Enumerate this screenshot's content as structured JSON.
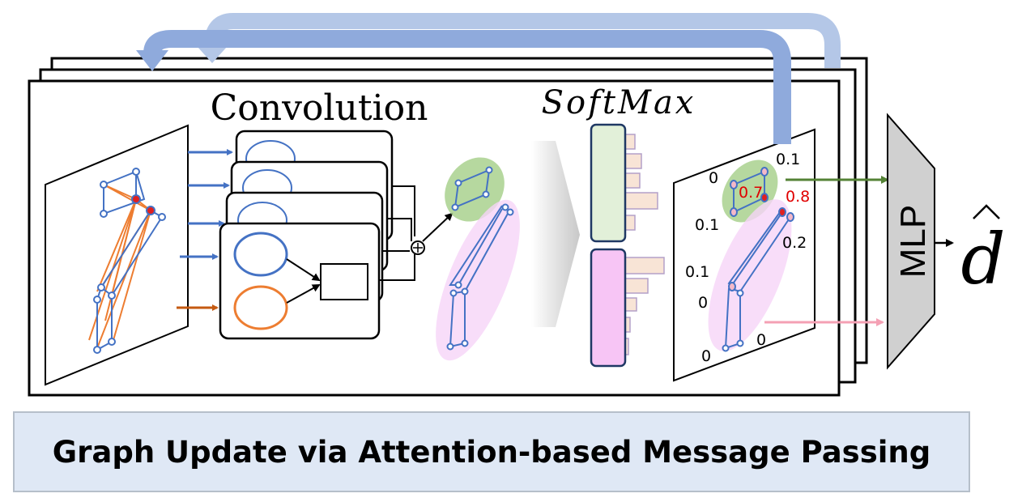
{
  "diagram": {
    "conv_label": "Convolution",
    "softmax_label": "SoftMax",
    "mlp_label": "MLP",
    "output_label": "d",
    "caption": "Graph Update via Attention-based Message Passing",
    "attention_weights": {
      "w_0_top": "0",
      "w_0_1_top": "0.1",
      "w_0_7": "0.7",
      "w_0_8": "0.8",
      "w_0_1_mid": "0.1",
      "w_0_2": "0.2",
      "w_0_1_low": "0.1",
      "w_0_a": "0",
      "w_0_b": "0",
      "w_0_c": "0"
    },
    "colors": {
      "blue": "#4472c4",
      "orange": "#ed7d31",
      "dark_orange": "#c55a11",
      "feedback": "#8faadc",
      "green_blob": "#a9d18e",
      "pink_blob": "#f6d4f7",
      "green_bar": "#e2f0d9",
      "pink_bar": "#f7c5f5",
      "hist": "#f8e4d6",
      "hist_edge": "#b4a0c8",
      "red_weight": "#e00000",
      "green_arrow": "#548235",
      "pink_arrow": "#f4a0b4",
      "mlp_fill": "#d0d0d0"
    }
  }
}
